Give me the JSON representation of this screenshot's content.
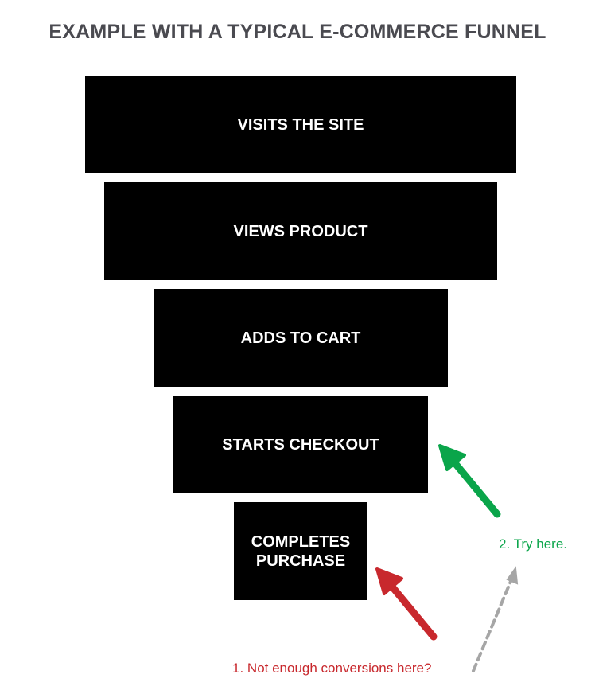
{
  "title": "EXAMPLE WITH A TYPICAL E-COMMERCE FUNNEL",
  "stages": [
    {
      "label": "VISITS THE SITE"
    },
    {
      "label": "VIEWS PRODUCT"
    },
    {
      "label": "ADDS TO CART"
    },
    {
      "label": "STARTS CHECKOUT"
    },
    {
      "label": "COMPLETES PURCHASE"
    }
  ],
  "annotations": {
    "problem": {
      "number": "1.",
      "text": "Not enough conversions here?",
      "color": "#c8282d"
    },
    "solution": {
      "number": "2.",
      "text": "Try here.",
      "color": "#0aa54a"
    }
  },
  "colors": {
    "stage_fill": "#000000",
    "dashed_arrow": "#a6a6a6"
  }
}
